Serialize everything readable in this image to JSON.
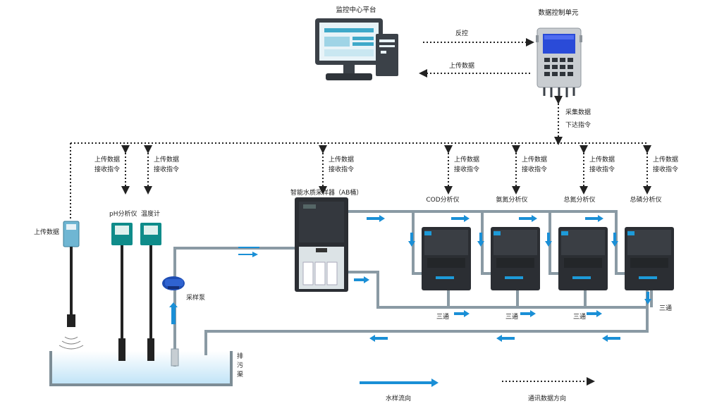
{
  "colors": {
    "pipe": "#8a9aa4",
    "flow_arrow": "#1a8fd6",
    "comm_line": "#222222",
    "water_top": "#ffffff",
    "water_bottom": "#bfe3f7",
    "instrument_teal": "#0f8c8a",
    "analyzer_body": "#2b2e33"
  },
  "top": {
    "platform_label": "监控中心平台",
    "control_unit_label": "数据控制单元",
    "feedback_label": "反控",
    "upload_label": "上传数据"
  },
  "collect": {
    "line1": "采集数据",
    "line2": "下达指令"
  },
  "comm_pair": {
    "line1": "上传数据",
    "line2": "接收指令"
  },
  "sensors": {
    "level_label": "上传数据",
    "ph_label": "pH分析仪",
    "temp_label": "温度计"
  },
  "pump_label": "采样泵",
  "sampler_label": "智能水质采样器（AB桶）",
  "analyzers": [
    {
      "label": "COD分析仪",
      "icon": "analyzer-cabinet"
    },
    {
      "label": "氨氮分析仪",
      "icon": "analyzer-cabinet"
    },
    {
      "label": "总氮分析仪",
      "icon": "analyzer-cabinet"
    },
    {
      "label": "总磷分析仪",
      "icon": "analyzer-cabinet"
    }
  ],
  "tees": [
    "三通",
    "三通",
    "三通",
    "三通"
  ],
  "drain_label": "排\n污\n渠",
  "legend": {
    "water_flow": "水样流向",
    "comm_direction": "通讯数据方向"
  }
}
